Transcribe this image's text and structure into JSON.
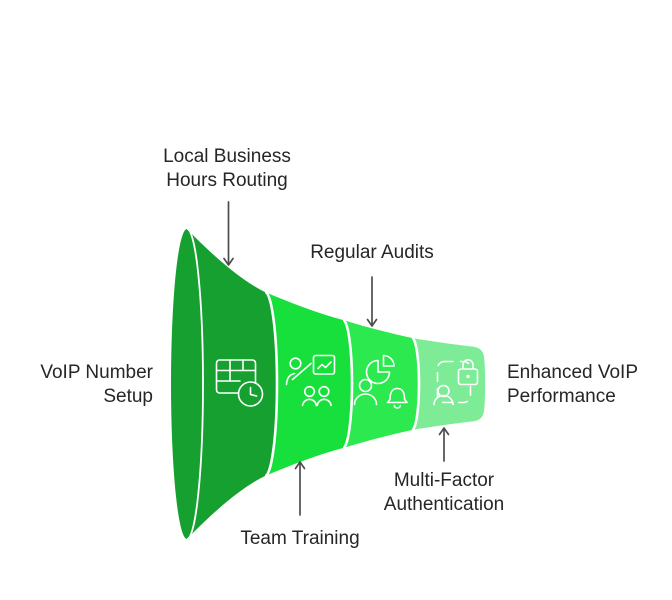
{
  "page": {
    "background": "#ffffff"
  },
  "palette": {
    "text": "#262626",
    "arrow": "#4d4d4d",
    "line": "#ffffff"
  },
  "funnel": {
    "type": "horizontal-funnel",
    "input_label": {
      "lines": [
        "VoIP Number",
        "Setup"
      ]
    },
    "output_label": {
      "lines": [
        "Enhanced VoIP",
        "Performance"
      ]
    },
    "stages": [
      {
        "label_lines": [
          "Local Business",
          "Hours Routing"
        ],
        "color": "#15A02F",
        "icon": "calendar-clock-icon",
        "callout_side": "top"
      },
      {
        "label_lines": [
          "Team Training"
        ],
        "color": "#17E03C",
        "icon": "trainer-presentation-icon",
        "callout_side": "bottom"
      },
      {
        "label_lines": [
          "Regular Audits"
        ],
        "color": "#2CE94F",
        "icon": "pie-chart-bell-icon",
        "callout_side": "top"
      },
      {
        "label_lines": [
          "Multi-Factor",
          "Authentication"
        ],
        "color": "#7EEB97",
        "icon": "scan-lock-icon",
        "callout_side": "bottom"
      }
    ]
  }
}
